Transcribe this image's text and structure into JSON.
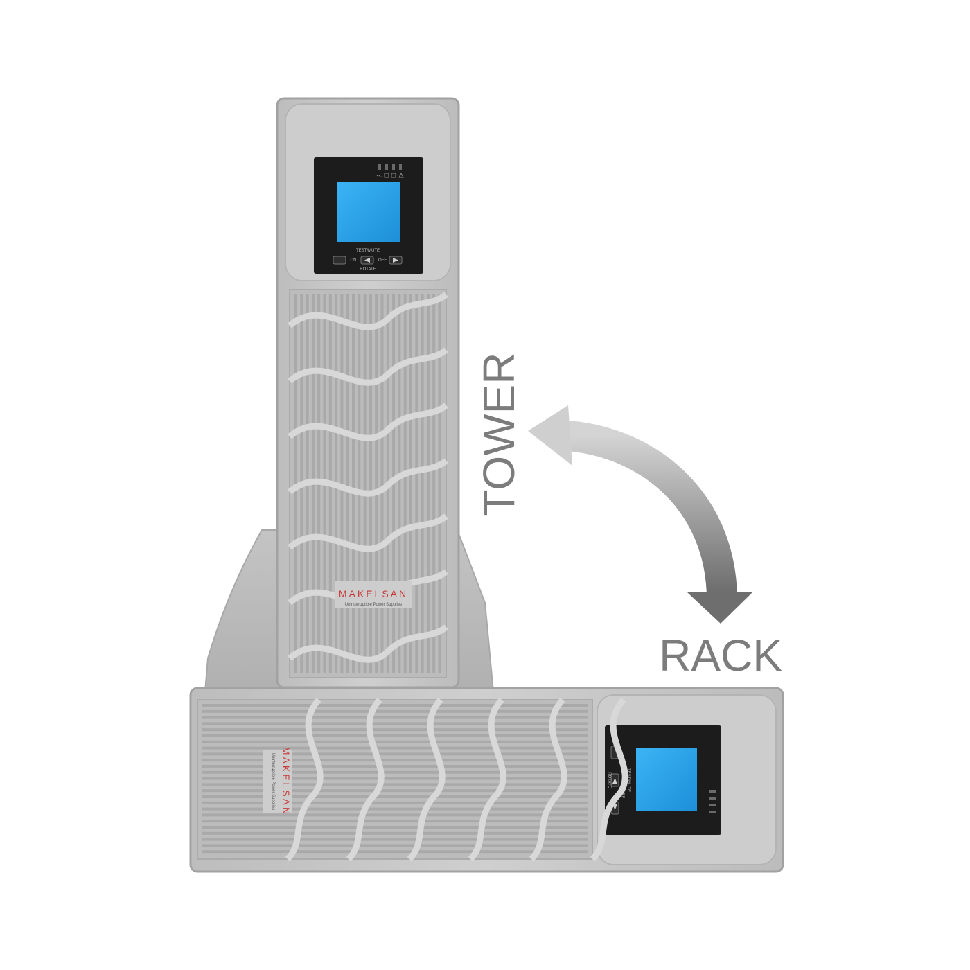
{
  "labels": {
    "tower": "TOWER",
    "rack": "RACK"
  },
  "tower_unit": {
    "brand": "MAKELSAN",
    "tagline": "Uninterruptible Power Supplies",
    "panel": {
      "test_mute": "TEST/MUTE",
      "on": "ON",
      "off": "OFF",
      "rotate": "ROTATE"
    }
  },
  "rack_unit": {
    "brand": "MAKELSAN",
    "tagline": "Uninterruptible Power Supplies",
    "panel": {
      "test_mute": "TEST/MUTE",
      "on": "ON",
      "off": "OFF",
      "rotate": "ROTATE"
    }
  },
  "colors": {
    "housing": "#c9c9c9",
    "housing_dark": "#a9a9a9",
    "housing_light": "#dedede",
    "screen": "#2aa6ee",
    "bezel": "#1c1c1c",
    "brand_red": "#c83a3a",
    "label_gray": "#7c7c7c",
    "arrow_light": "#cfcfcf",
    "arrow_dark": "#6e6e6e"
  }
}
